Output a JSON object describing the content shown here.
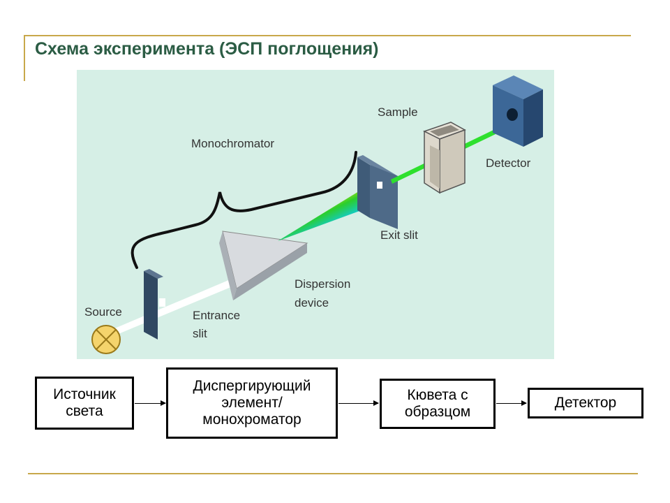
{
  "slide": {
    "title": "Схема эксперимента (ЭСП поглощения)"
  },
  "diagram": {
    "labels": {
      "sample": "Sample",
      "monochromator": "Monochromator",
      "detector": "Detector",
      "exit_slit": "Exit slit",
      "dispersion_line1": "Dispersion",
      "dispersion_line2": "device",
      "source": "Source",
      "entrance_line1": "Entrance",
      "entrance_line2": "slit"
    },
    "colors": {
      "background": "#d6efe6",
      "beam_white": "#ffffff",
      "beam_green": "#22dd22",
      "prism": "#c9cdd1",
      "slit_plate": "#3f5b78",
      "detector": "#3a6494",
      "source": "#f3d36a"
    }
  },
  "flowchart": {
    "boxes": [
      {
        "label": "Источник\nсвета"
      },
      {
        "label": "Диспергирующий\nэлемент/\nмонохроматор"
      },
      {
        "label": "Кювета с\nобразцом"
      },
      {
        "label": "Детектор"
      }
    ]
  }
}
